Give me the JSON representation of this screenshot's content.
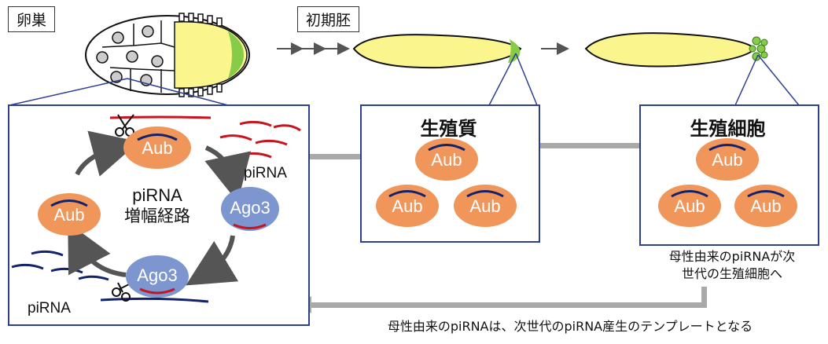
{
  "labels": {
    "ovary": "卵巣",
    "early_embryo": "初期胚"
  },
  "cycle": {
    "center_line1": "piRNA",
    "center_line2": "増幅経路",
    "pirna_red": "piRNA",
    "pirna_blue": "piRNA",
    "aub": "Aub",
    "ago3": "Ago3"
  },
  "germ_plasm": {
    "title": "生殖質",
    "proteins": [
      "Aub",
      "Aub",
      "Aub"
    ]
  },
  "germ_cells": {
    "title": "生殖細胞",
    "proteins": [
      "Aub",
      "Aub",
      "Aub"
    ],
    "note_line1": "母性由来のpiRNAが次",
    "note_line2": "世代の生殖細胞へ"
  },
  "bottom_caption": "母性由来のpiRNAは、次世代のpiRNA産生のテンプレートとなる",
  "colors": {
    "orange": "#f0965a",
    "blue_protein": "#7e96cf",
    "red_rna": "#c8141e",
    "navy_rna": "#13236b",
    "yolk": "#faf58c",
    "green": "#86cc49",
    "panel_border": "#2f3f8f",
    "gray_arrow": "#a9a9a9"
  }
}
